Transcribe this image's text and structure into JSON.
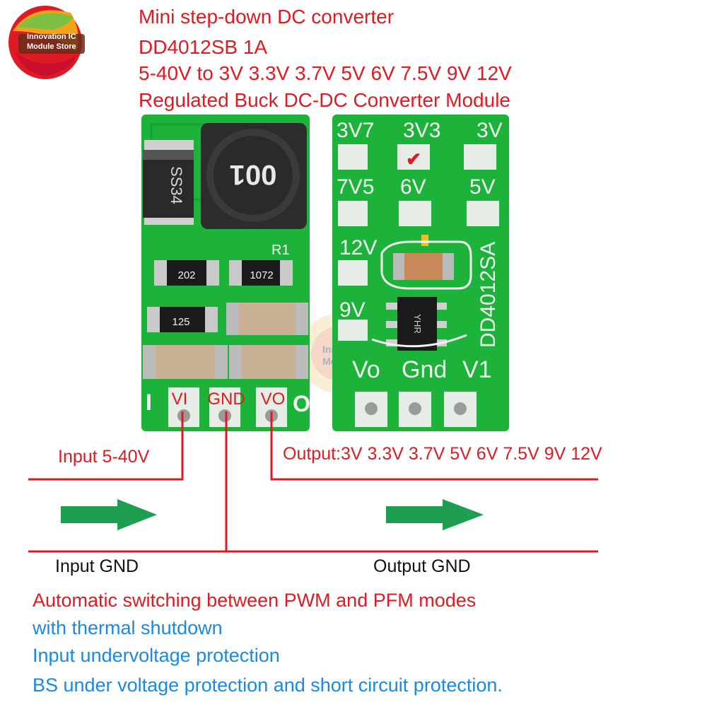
{
  "logo": {
    "line1": "Innovation IC",
    "line2": "Module Store"
  },
  "title": {
    "line1": "Mini step-down DC converter",
    "line2": "DD4012SB 1A",
    "line3": "5-40V to 3V 3.3V 3.7V 5V 6V 7.5V 9V 12V",
    "line4": "Regulated Buck DC-DC Converter Module"
  },
  "board_front": {
    "inductor_mark": "001",
    "diode_mark": "SS34",
    "resistor_label": "R1",
    "chip_202": "202",
    "chip_1072": "1072",
    "chip_125": "125",
    "left_mark": "I",
    "right_mark": "O",
    "pin_vi": "VI",
    "pin_gnd": "GND",
    "pin_vo": "VO"
  },
  "board_back": {
    "labels_row1": [
      "3V7",
      "3V3",
      "3V"
    ],
    "labels_row2": [
      "7V5",
      "6V",
      "5V"
    ],
    "label_12v": "12V",
    "label_9v": "9V",
    "model": "DD4012SA",
    "ic_mark": "YHR",
    "pins": [
      "Vo",
      "Gnd",
      "V1"
    ],
    "selected_mark": "✔"
  },
  "watermark": {
    "line1": "Innovatio",
    "line2": "Module Sto"
  },
  "wiring": {
    "input_label": "Input 5-40V",
    "output_label": "Output:3V 3.3V 3.7V 5V 6V 7.5V 9V 12V",
    "input_gnd": "Input GND",
    "output_gnd": "Output GND"
  },
  "features": [
    {
      "text": "Automatic switching between PWM and PFM modes",
      "color": "#e01a22"
    },
    {
      "text": "with thermal shutdown",
      "color": "#1a8ae0"
    },
    {
      "text": "Input undervoltage protection",
      "color": "#1a8ae0"
    },
    {
      "text": "BS under voltage protection and short circuit protection.",
      "color": "#1a8ae0"
    }
  ],
  "colors": {
    "pcb": "#1db33a",
    "pcb_dark": "#0f8a28",
    "pad": "#e6ede6",
    "wire": "#e01a22",
    "arrow": "#1e9e50",
    "title": "#e01a22"
  }
}
